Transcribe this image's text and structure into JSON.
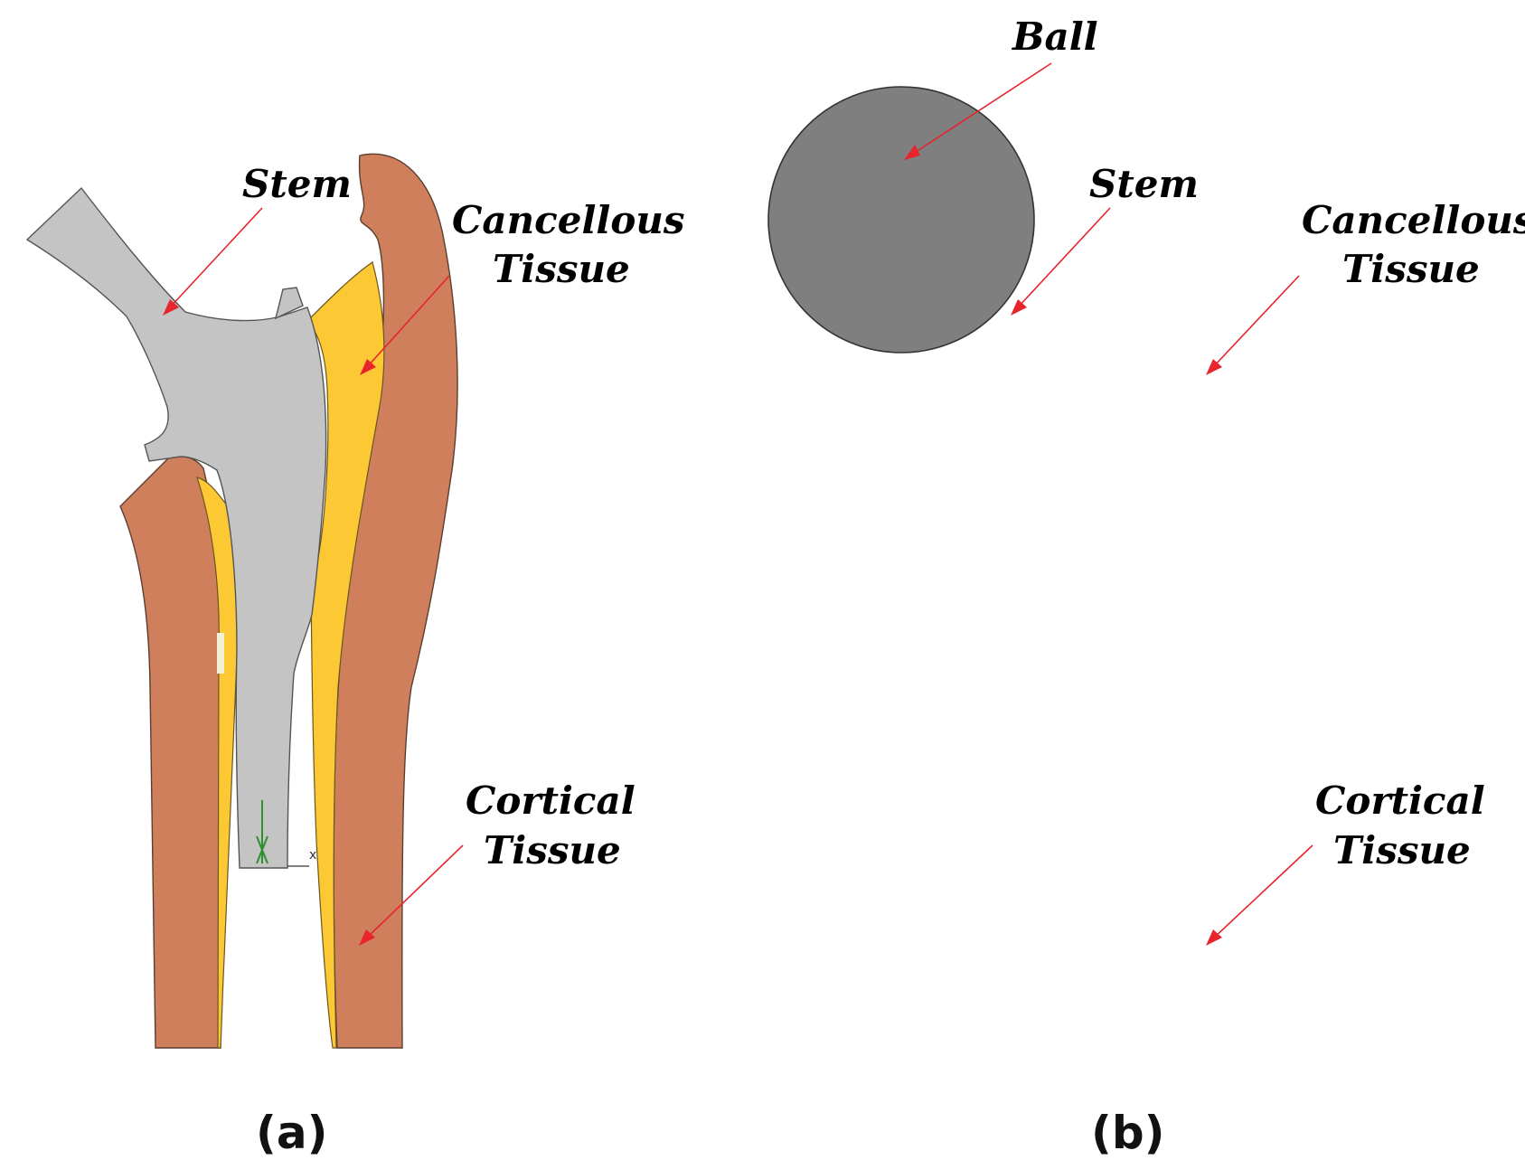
{
  "colors": {
    "cortical": "#cf7f5c",
    "cancellous": "#fcc935",
    "stem": "#c4c4c4",
    "ball": "#7f7f7f",
    "arrow": "#e8242c"
  },
  "panels": [
    {
      "caption": "(a)",
      "labels": {
        "stem": "Stem",
        "cancellous_1": "Cancellous",
        "cancellous_2": "Tissue",
        "cortical_1": "Cortical",
        "cortical_2": "Tissue"
      }
    },
    {
      "caption": "(b)",
      "labels": {
        "ball": "Ball",
        "stem": "Stem",
        "cancellous_1": "Cancellous",
        "cancellous_2": "Tissue",
        "cortical_1": "Cortical",
        "cortical_2": "Tissue"
      }
    }
  ]
}
